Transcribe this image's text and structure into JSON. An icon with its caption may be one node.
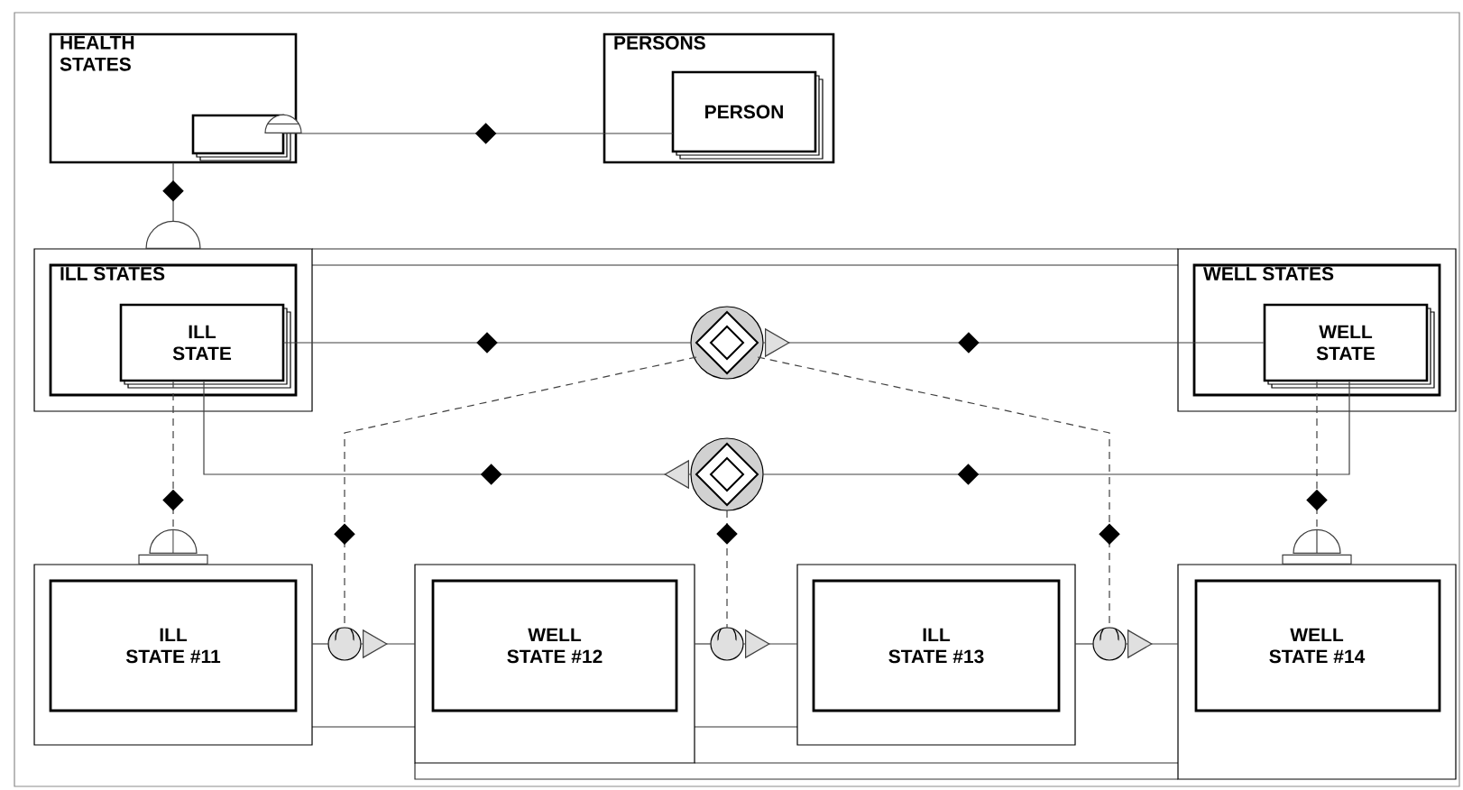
{
  "diagram": {
    "nodes": [
      {
        "text": [
          "HEALTH STATES"
        ]
      },
      {
        "text": [],
        "shape": "box",
        "in": 0
      },
      {
        "text": [
          "PERSONS"
        ]
      },
      {
        "text": [
          "PERSON"
        ],
        "in": 2
      },
      {
        "text": [
          "ILL STATES"
        ]
      },
      {
        "text": [
          "ILL STATE"
        ],
        "in": 4
      },
      {
        "text": [
          "WELL STATES"
        ]
      },
      {
        "text": [
          "WELL STATE"
        ],
        "in": 6
      },
      {
        "text": [
          "ILL STATE #11"
        ]
      },
      {
        "text": [
          "WELL STATE #12"
        ]
      },
      {
        "text": [
          "ILL STATE #13"
        ]
      },
      {
        "text": [
          "WELL STATE #14"
        ]
      },
      {
        "text": [],
        "shape": "circle"
      },
      {
        "text": [],
        "shape": "circle"
      },
      {
        "text": [],
        "shape": "circle"
      },
      {
        "text": [],
        "shape": "circle"
      },
      {
        "text": [],
        "shape": "circle"
      }
    ],
    "edges": [
      {
        "from": 3,
        "to": 1,
        "arrow": "other"
      },
      {
        "from": 0,
        "to": 4,
        "arrow": "other"
      },
      {
        "from": 5,
        "to": 12,
        "arrow": "none"
      },
      {
        "from": 12,
        "to": 7,
        "arrow": "to"
      },
      {
        "from": 7,
        "to": 13,
        "arrow": "none"
      },
      {
        "from": 13,
        "to": 5,
        "arrow": "to"
      },
      {
        "from": 5,
        "to": 8,
        "arrow": "other",
        "style": "dashed"
      },
      {
        "from": 7,
        "to": 11,
        "arrow": "other",
        "style": "dashed"
      },
      {
        "from": 12,
        "to": 14,
        "arrow": "none",
        "style": "dashed"
      },
      {
        "from": 13,
        "to": 15,
        "arrow": "none",
        "style": "dashed"
      },
      {
        "from": 12,
        "to": 16,
        "arrow": "none",
        "style": "dashed"
      },
      {
        "from": 8,
        "to": 14,
        "arrow": "none"
      },
      {
        "from": 14,
        "to": 9,
        "arrow": "to"
      },
      {
        "from": 9,
        "to": 15,
        "arrow": "none"
      },
      {
        "from": 15,
        "to": 10,
        "arrow": "to"
      },
      {
        "from": 10,
        "to": 16,
        "arrow": "none"
      },
      {
        "from": 16,
        "to": 11,
        "arrow": "to"
      }
    ]
  }
}
